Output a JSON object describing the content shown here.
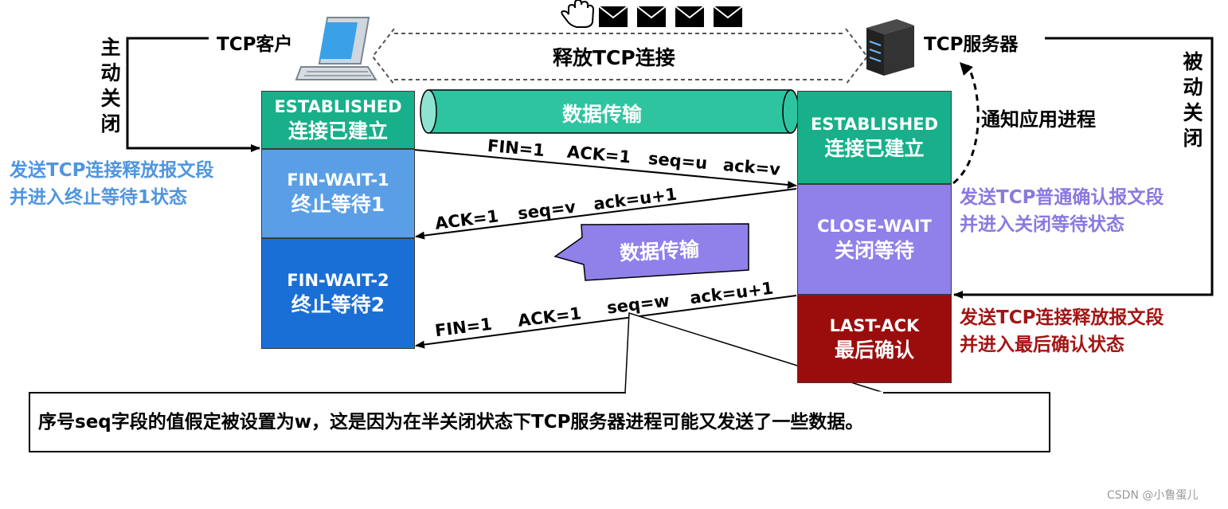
{
  "header": {
    "title": "释放TCP连接"
  },
  "client": {
    "label": "TCP客户",
    "active_close": "主动关闭",
    "note_line1": "发送TCP连接释放报文段",
    "note_line2": "并进入终止等待1状态"
  },
  "server": {
    "label": "TCP服务器",
    "passive_close": "被动关闭",
    "notify": "通知应用进程",
    "ack_note_line1": "发送TCP普通确认报文段",
    "ack_note_line2": "并进入关闭等待状态",
    "fin_note_line1": "发送TCP连接释放报文段",
    "fin_note_line2": "并进入最后确认状态"
  },
  "states": {
    "client_established": {
      "en": "ESTABLISHED",
      "cn": "连接已建立"
    },
    "fin_wait_1": {
      "en": "FIN-WAIT-1",
      "cn": "终止等待1"
    },
    "fin_wait_2": {
      "en": "FIN-WAIT-2",
      "cn": "终止等待2"
    },
    "server_established": {
      "en": "ESTABLISHED",
      "cn": "连接已建立"
    },
    "close_wait": {
      "en": "CLOSE-WAIT",
      "cn": "关闭等待"
    },
    "last_ack": {
      "en": "LAST-ACK",
      "cn": "最后确认"
    }
  },
  "data_transfer_top": "数据传输",
  "data_transfer_mid": "数据传输",
  "messages": {
    "m1": {
      "fin": "FIN=1",
      "ack": "ACK=1",
      "seq": "seq=u",
      "acknum": "ack=v"
    },
    "m2": {
      "ack": "ACK=1",
      "seq": "seq=v",
      "acknum": "ack=u+1"
    },
    "m3": {
      "fin": "FIN=1",
      "ack": "ACK=1",
      "seq": "seq=w",
      "acknum": "ack=u+1"
    }
  },
  "callout": "序号seq字段的值假定被设置为w，这是因为在半关闭状态下TCP服务器进程可能又发送了一些数据。",
  "watermark": "CSDN @小鲁蛋儿",
  "colors": {
    "teal": "#18b08a",
    "light_blue": "#5a9fe6",
    "blue": "#1a6fd6",
    "purple": "#8f80ea",
    "dark_red": "#9b0d0d",
    "note_blue": "#4f95df",
    "note_purple": "#8b78e0",
    "note_red": "#a31515"
  }
}
